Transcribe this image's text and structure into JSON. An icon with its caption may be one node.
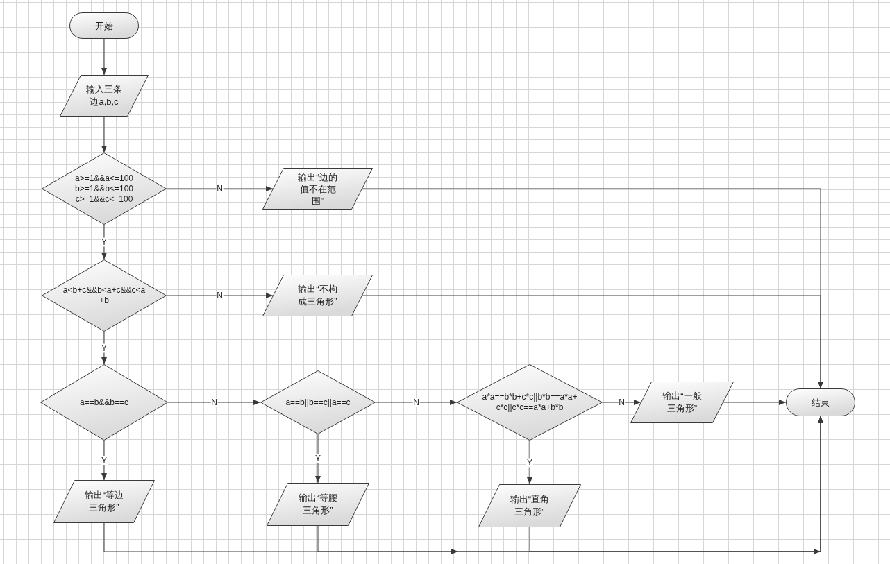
{
  "diagram": {
    "nodes": [
      {
        "text": [
          "开始"
        ]
      },
      {
        "text": [
          "输入三条边a,b,c"
        ]
      },
      {
        "text": [
          "a>=1&&a<=100 b>=1&&b<=100 c>=1&&c<=100"
        ]
      },
      {
        "text": [
          "输出“边的值不在范围”"
        ]
      },
      {
        "text": [
          "a<b+c&&b<a+c&&c<a+b"
        ]
      },
      {
        "text": [
          "输出“不构成三角形”"
        ]
      },
      {
        "text": [
          "a==b&&b==c"
        ]
      },
      {
        "text": [
          "a==b||b==c||a==c"
        ]
      },
      {
        "text": [
          "a*a==b*b+c*c||b*b==a*a+c*c||c*c==a*a+b*b"
        ]
      },
      {
        "text": [
          "输出“一般三角形”"
        ]
      },
      {
        "text": [
          "结束"
        ]
      },
      {
        "text": [
          "输出“等边三角形”"
        ]
      },
      {
        "text": [
          "输出“等腰三角形”"
        ]
      },
      {
        "text": [
          "输出“直角三角形”"
        ]
      }
    ],
    "edges": [
      {
        "from": 0,
        "to": 1,
        "arrow": "to"
      },
      {
        "from": 1,
        "to": 2,
        "arrow": "to"
      },
      {
        "from": 2,
        "to": 3,
        "arrow": "to",
        "label": "N"
      },
      {
        "from": 2,
        "to": 4,
        "arrow": "to",
        "label": "Y"
      },
      {
        "from": 3,
        "to": 10,
        "arrow": "to"
      },
      {
        "from": 4,
        "to": 5,
        "arrow": "to",
        "label": "N"
      },
      {
        "from": 4,
        "to": 6,
        "arrow": "to",
        "label": "Y"
      },
      {
        "from": 5,
        "to": 10,
        "arrow": "to"
      },
      {
        "from": 6,
        "to": 7,
        "arrow": "to",
        "label": "N"
      },
      {
        "from": 6,
        "to": 11,
        "arrow": "to",
        "label": "Y"
      },
      {
        "from": 7,
        "to": 8,
        "arrow": "to",
        "label": "N"
      },
      {
        "from": 7,
        "to": 12,
        "arrow": "to",
        "label": "Y"
      },
      {
        "from": 8,
        "to": 9,
        "arrow": "to",
        "label": "N"
      },
      {
        "from": 8,
        "to": 13,
        "arrow": "to",
        "label": "Y"
      },
      {
        "from": 9,
        "to": 10,
        "arrow": "to"
      },
      {
        "from": 11,
        "to": 10,
        "arrow": "to"
      },
      {
        "from": 12,
        "to": 10,
        "arrow": "to"
      },
      {
        "from": 13,
        "to": 10,
        "arrow": "to"
      }
    ]
  }
}
